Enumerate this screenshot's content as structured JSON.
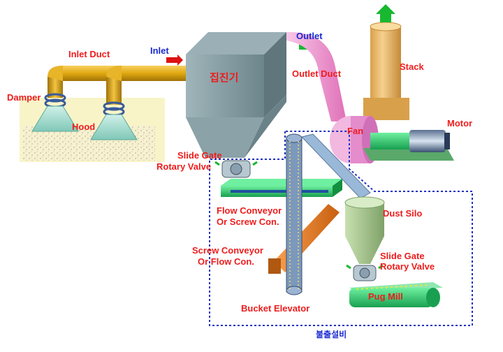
{
  "labels": {
    "inlet_duct": "Inlet Duct",
    "inlet": "Inlet",
    "outlet": "Outlet",
    "outlet_duct": "Outlet Duct",
    "stack": "Stack",
    "damper": "Damper",
    "hood": "Hood",
    "collector": "집진기",
    "fan": "Fan",
    "motor": "Motor",
    "slide_gate_1": "Slide Gate",
    "rotary_valve_1": "Rotary Valve",
    "flow_conveyor_1": "Flow Conveyor",
    "screw_con_1": "Or Screw Con.",
    "dust_silo": "Dust Silo",
    "screw_conveyor_2": "Screw Conveyor",
    "flow_con_2": "Or Flow Con.",
    "slide_gate_2": "Slide Gate",
    "rotary_valve_2": "Rotary Valve",
    "pug_mill": "Pug Mill",
    "bucket_elevator": "Bucket Elevator",
    "discharge_equipment": "불출설비"
  },
  "colors": {
    "label_red": "#ee1c1c",
    "label_blue": "#1a2bd0",
    "duct_gold": "#e0a810",
    "collector_gray": "#7f9aa0",
    "outlet_pink": "#f4a6d8",
    "stack_tan": "#e8b66a",
    "equipment_green": "#28d66c",
    "conveyor_orange": "#f08020",
    "elevator_blue": "#6c8ab0",
    "silo_green": "#a8c890",
    "dashed_boundary": "#2030c0",
    "arrow_red": "#dd1010",
    "arrow_green": "#18b830"
  }
}
